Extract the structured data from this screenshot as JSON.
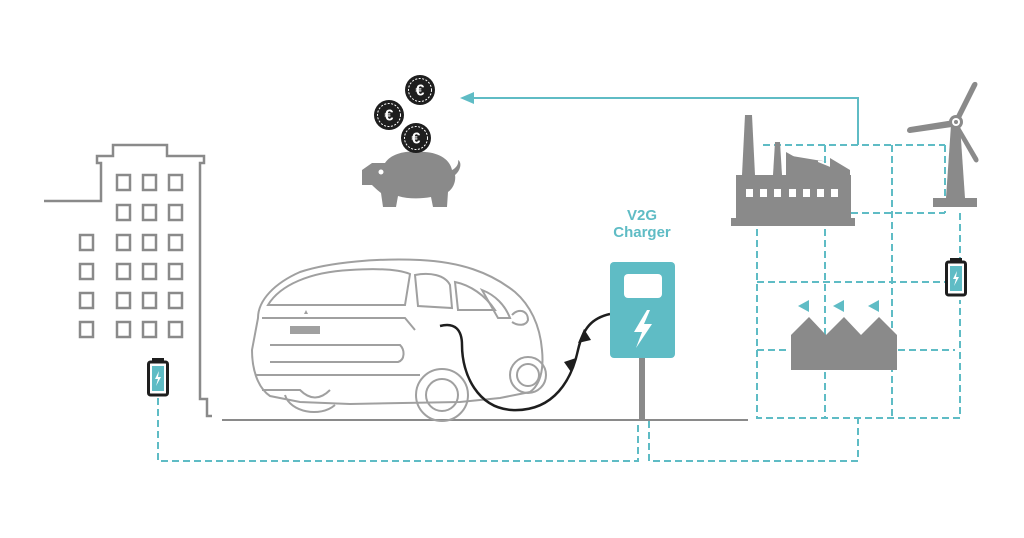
{
  "diagram": {
    "title": "Vehicle-to-Grid (V2G) energy flow",
    "charger_label_line1": "V2G",
    "charger_label_line2": "Charger",
    "colors": {
      "accent": "#5fbcc5",
      "grey": "#8a8a8a",
      "outline": "#9a9a9a",
      "dark": "#1e1e1e",
      "background": "#ffffff"
    },
    "nodes": [
      {
        "id": "building",
        "icon": "office-building-icon"
      },
      {
        "id": "building-battery",
        "icon": "battery-icon"
      },
      {
        "id": "piggy-bank",
        "icon": "piggy-bank-icon"
      },
      {
        "id": "coins",
        "icon": "euro-coin-icon",
        "count": 3,
        "symbol": "€"
      },
      {
        "id": "car",
        "icon": "electric-suv-icon"
      },
      {
        "id": "charger",
        "icon": "v2g-charger-icon"
      },
      {
        "id": "factory",
        "icon": "factory-icon"
      },
      {
        "id": "wind-turbine",
        "icon": "wind-turbine-icon"
      },
      {
        "id": "grid-battery",
        "icon": "battery-icon"
      },
      {
        "id": "houses",
        "icon": "houses-icon"
      }
    ],
    "flows": [
      {
        "from": "grid",
        "to": "piggy-bank",
        "style": "solid-arrow"
      },
      {
        "from": "car",
        "to": "charger",
        "style": "bidirectional-cable"
      },
      {
        "from": "building",
        "to": "charger",
        "style": "dashed"
      },
      {
        "from": "charger",
        "to": "grid",
        "style": "dashed"
      }
    ]
  }
}
